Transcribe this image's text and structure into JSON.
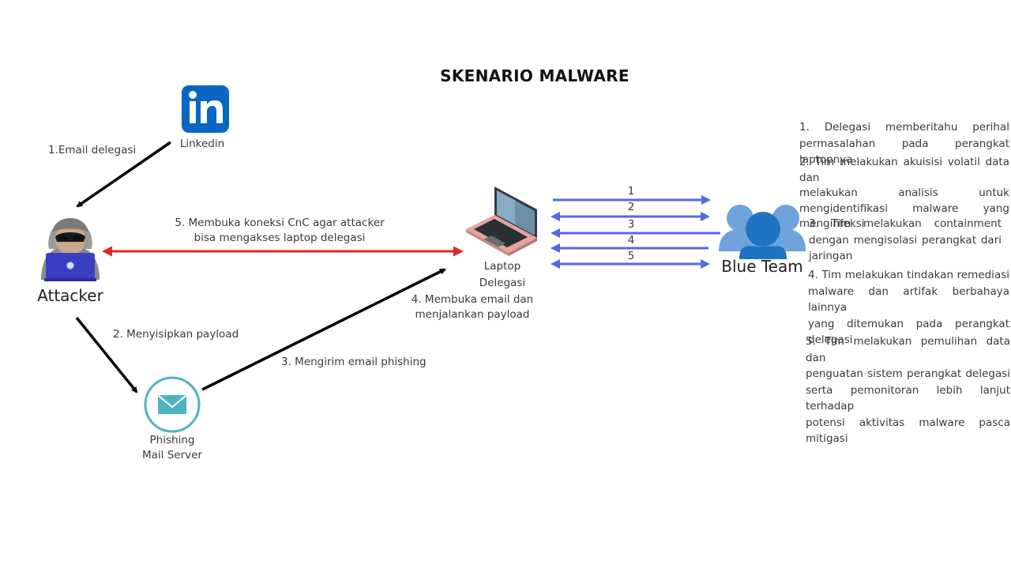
{
  "title": "SKENARIO MALWARE",
  "nodes": {
    "linkedin": "Linkedin",
    "attacker": "Attacker",
    "mail_server": [
      "Phishing",
      "Mail Server"
    ],
    "laptop": [
      "Laptop",
      "Delegasi"
    ],
    "blue_team": "Blue Team"
  },
  "edges": {
    "email_delegasi": "1.Email delegasi",
    "sisipkan_payload": "2. Menyisipkan payload",
    "kirim_phishing": "3. Mengirim email phishing",
    "buka_email": [
      "4. Membuka email dan",
      "menjalankan payload"
    ],
    "cnc": [
      "5. Membuka koneksi CnC agar attacker",
      "bisa mengakses laptop delegasi"
    ]
  },
  "arrow_numbers": [
    "1",
    "2",
    "3",
    "4",
    "5"
  ],
  "steps": [
    [
      "1.   Delegasi   memberitahu   perihal",
      "permasalahan pada perangkat laptopnya"
    ],
    [
      "2. Tim melakukan akuisisi volatil data dan",
      "melakukan   analisis   untuk",
      "mengidentifikasi   malware   yang",
      "menginfeksi"
    ],
    [
      "3.   Tim   melakukan   containment",
      "dengan  mengisolasi  perangkat  dari",
      "jaringan"
    ],
    [
      "4.  Tim  melakukan  tindakan  remediasi",
      "malware dan artifak berbahaya lainnya",
      "yang   ditemukan   pada   perangkat",
      "delegasi"
    ],
    [
      "5. Tim melakukan pemulihan data dan",
      "penguatan sistem perangkat delegasi",
      "serta pemonitoran lebih lanjut terhadap",
      "potensi aktivitas malware pasca mitigasi"
    ]
  ],
  "colors": {
    "red_arrow": "#e0262a",
    "blue_arrow": "#5468e6",
    "black_arrow": "#000000",
    "linkedin": "#0a66c2",
    "mail_teal": "#4fb2c0",
    "blue_team": "#1f73c4"
  }
}
